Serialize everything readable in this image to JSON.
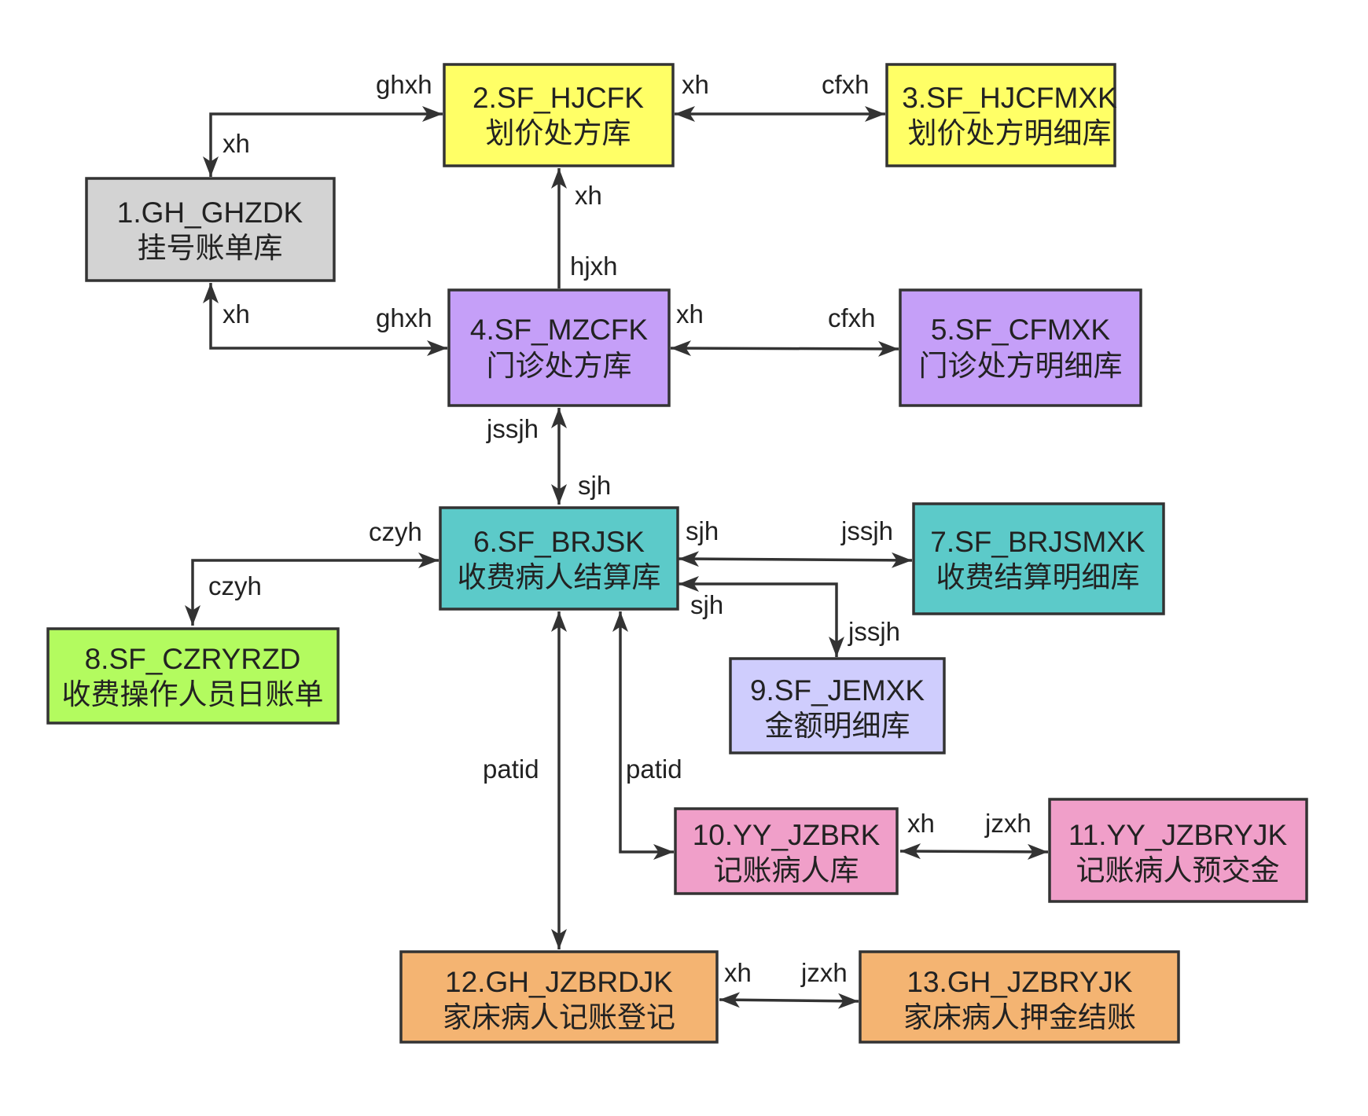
{
  "diagram": {
    "nodes": [
      {
        "id": "n1",
        "code": "1.GH_GHZDK",
        "name": "挂号账单库",
        "fill": "#d3d3d3"
      },
      {
        "id": "n2",
        "code": "2.SF_HJCFK",
        "name": "划价处方库",
        "fill": "#ffff66"
      },
      {
        "id": "n3",
        "code": "3.SF_HJCFMXK",
        "name": "划价处方明细库",
        "fill": "#ffff66"
      },
      {
        "id": "n4",
        "code": "4.SF_MZCFK",
        "name": "门诊处方库",
        "fill": "#c59ff8"
      },
      {
        "id": "n5",
        "code": "5.SF_CFMXK",
        "name": "门诊处方明细库",
        "fill": "#c59ff8"
      },
      {
        "id": "n6",
        "code": "6.SF_BRJSK",
        "name": "收费病人结算库",
        "fill": "#5ccac9"
      },
      {
        "id": "n7",
        "code": "7.SF_BRJSMXK",
        "name": "收费结算明细库",
        "fill": "#5ccac9"
      },
      {
        "id": "n8",
        "code": "8.SF_CZRYRZD",
        "name": "收费操作人员日账单",
        "fill": "#b3fb5f"
      },
      {
        "id": "n9",
        "code": "9.SF_JEMXK",
        "name": "金额明细库",
        "fill": "#cfcdfd"
      },
      {
        "id": "n10",
        "code": "10.YY_JZBRK",
        "name": "记账病人库",
        "fill": "#f09fc9"
      },
      {
        "id": "n11",
        "code": "11.YY_JZBRYJK",
        "name": "记账病人预交金",
        "fill": "#f09fc9"
      },
      {
        "id": "n12",
        "code": "12.GH_JZBRDJK",
        "name": "家床病人记账登记",
        "fill": "#f4b472"
      },
      {
        "id": "n13",
        "code": "13.GH_JZBRYJK",
        "name": "家床病人押金结账",
        "fill": "#f4b472"
      }
    ],
    "edges": [
      {
        "id": "e1",
        "labels": [
          "ghxh",
          "xh"
        ]
      },
      {
        "id": "e2",
        "labels": [
          "xh",
          "cfxh"
        ]
      },
      {
        "id": "e3",
        "labels": [
          "xh",
          "hjxh"
        ]
      },
      {
        "id": "e4",
        "labels": [
          "xh",
          "ghxh"
        ]
      },
      {
        "id": "e5",
        "labels": [
          "xh",
          "cfxh"
        ]
      },
      {
        "id": "e6",
        "labels": [
          "jssjh",
          "sjh"
        ]
      },
      {
        "id": "e7",
        "labels": [
          "czyh",
          "czyh"
        ]
      },
      {
        "id": "e8",
        "labels": [
          "sjh",
          "jssjh"
        ]
      },
      {
        "id": "e9",
        "labels": [
          "sjh",
          "jssjh"
        ]
      },
      {
        "id": "e10",
        "labels": [
          "patid"
        ]
      },
      {
        "id": "e11",
        "labels": [
          "patid"
        ]
      },
      {
        "id": "e12",
        "labels": [
          "xh",
          "jzxh"
        ]
      },
      {
        "id": "e13",
        "labels": [
          "xh",
          "jzxh"
        ]
      }
    ]
  }
}
